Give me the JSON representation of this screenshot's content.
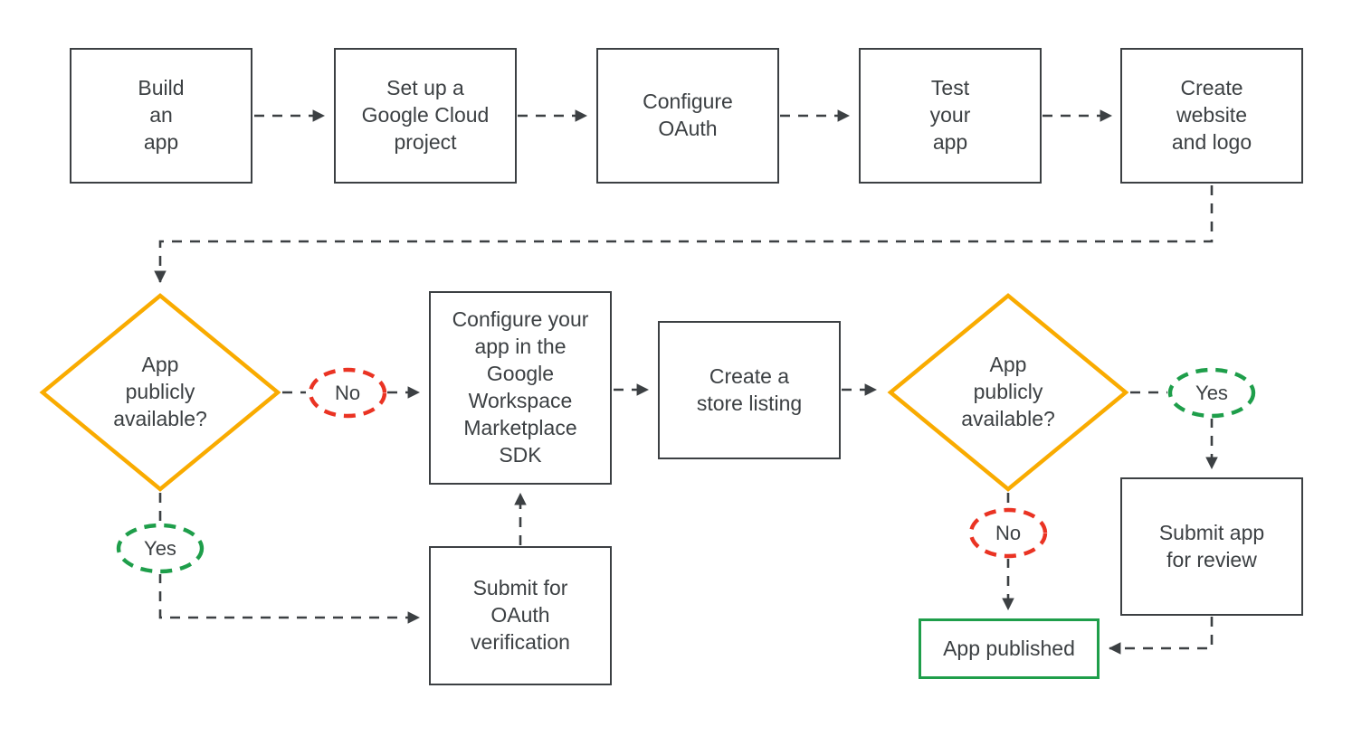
{
  "diagram": {
    "title": "Google Workspace Marketplace app publishing flowchart",
    "type": "flowchart",
    "background": "#ffffff",
    "colors": {
      "node_stroke": "#3c4043",
      "text": "#3c4043",
      "decision_stroke": "#f9ab00",
      "terminal_stroke": "#1e9e4a",
      "yes_label_stroke": "#1e9e4a",
      "no_label_stroke": "#ea3323",
      "edge_stroke": "#3c4043"
    }
  },
  "nodes": {
    "build_app": {
      "label": "Build\nan\napp",
      "shape": "process"
    },
    "gcp_project": {
      "label": "Set up a\nGoogle Cloud\nproject",
      "shape": "process"
    },
    "configure_oauth": {
      "label": "Configure\nOAuth",
      "shape": "process"
    },
    "test_app": {
      "label": "Test\nyour\napp",
      "shape": "process"
    },
    "website_logo": {
      "label": "Create\nwebsite\nand logo",
      "shape": "process"
    },
    "decision_public_1": {
      "label": "App\npublicly\navailable?",
      "shape": "decision"
    },
    "configure_sdk": {
      "label": "Configure your\napp in the\nGoogle\nWorkspace\nMarketplace\nSDK",
      "shape": "process"
    },
    "store_listing": {
      "label": "Create a\nstore listing",
      "shape": "process"
    },
    "decision_public_2": {
      "label": "App\npublicly\navailable?",
      "shape": "decision"
    },
    "submit_review": {
      "label": "Submit app\nfor review",
      "shape": "process"
    },
    "app_published": {
      "label": "App published",
      "shape": "terminal"
    },
    "submit_oauth": {
      "label": "Submit for\nOAuth\nverification",
      "shape": "process"
    }
  },
  "edge_labels": {
    "no_1": {
      "text": "No",
      "style": "no"
    },
    "yes_1": {
      "text": "Yes",
      "style": "yes"
    },
    "yes_2": {
      "text": "Yes",
      "style": "yes"
    },
    "no_2": {
      "text": "No",
      "style": "no"
    }
  },
  "flow": [
    {
      "from": "build_app",
      "to": "gcp_project",
      "label": ""
    },
    {
      "from": "gcp_project",
      "to": "configure_oauth",
      "label": ""
    },
    {
      "from": "configure_oauth",
      "to": "test_app",
      "label": ""
    },
    {
      "from": "test_app",
      "to": "website_logo",
      "label": ""
    },
    {
      "from": "website_logo",
      "to": "decision_public_1",
      "label": ""
    },
    {
      "from": "decision_public_1",
      "to": "configure_sdk",
      "label": "No"
    },
    {
      "from": "decision_public_1",
      "to": "submit_oauth",
      "label": "Yes"
    },
    {
      "from": "submit_oauth",
      "to": "configure_sdk",
      "label": ""
    },
    {
      "from": "configure_sdk",
      "to": "store_listing",
      "label": ""
    },
    {
      "from": "store_listing",
      "to": "decision_public_2",
      "label": ""
    },
    {
      "from": "decision_public_2",
      "to": "submit_review",
      "label": "Yes"
    },
    {
      "from": "decision_public_2",
      "to": "app_published",
      "label": "No"
    },
    {
      "from": "submit_review",
      "to": "app_published",
      "label": ""
    }
  ]
}
